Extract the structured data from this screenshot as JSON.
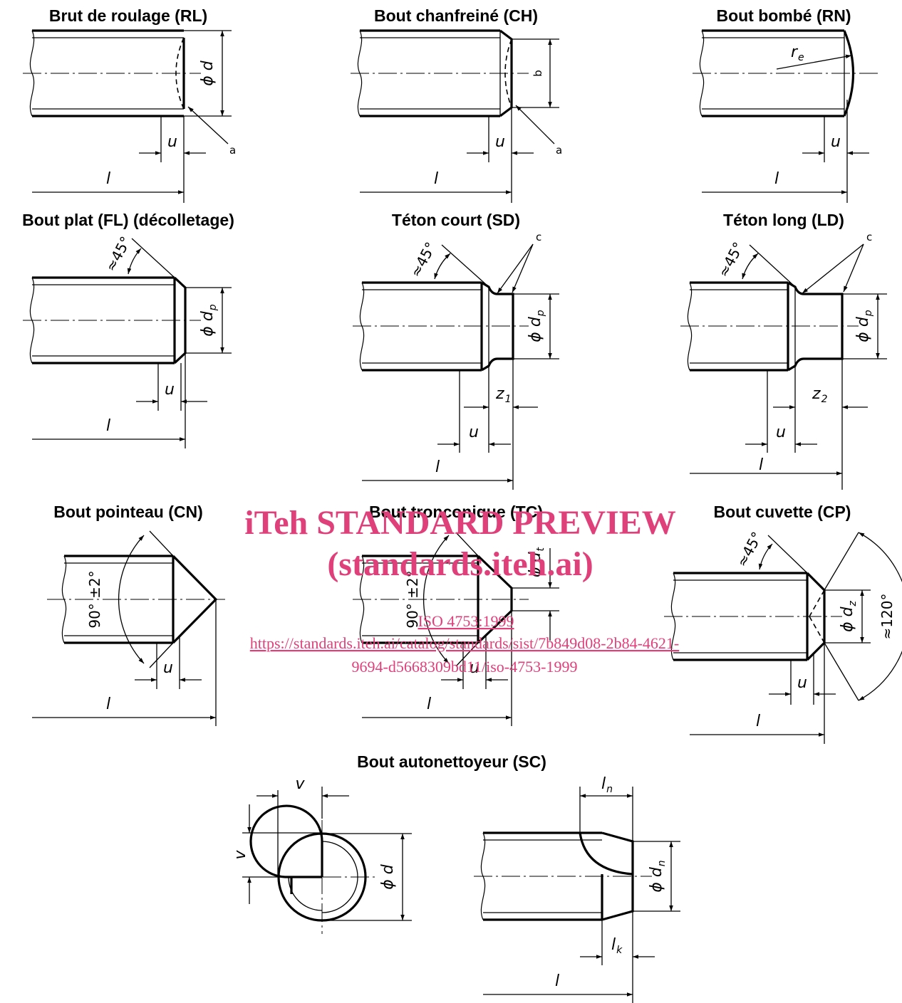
{
  "titles": {
    "rl": "Brut de roulage (RL)",
    "ch": "Bout chanfreiné (CH)",
    "rn": "Bout bombé (RN)",
    "fl": "Bout plat (FL) (décolletage)",
    "sd": "Téton court (SD)",
    "ld": "Téton long (LD)",
    "cn": "Bout pointeau (CN)",
    "tc": "Bout tronconique (TC)",
    "cp": "Bout cuvette (CP)",
    "sc": "Bout autonettoyeur (SC)"
  },
  "labels": {
    "u": "u",
    "l": "l",
    "phi": "ϕ",
    "d": "d",
    "dp": "d",
    "dp_sub": "p",
    "dt": "d",
    "dt_sub": "t",
    "dz": "d",
    "dz_sub": "z",
    "dn": "d",
    "dn_sub": "n",
    "z1": "z",
    "z1_sub": "1",
    "z2": "z",
    "z2_sub": "2",
    "re": "r",
    "re_sub": "e",
    "v": "v",
    "ln": "l",
    "ln_sub": "n",
    "lk": "l",
    "lk_sub": "k",
    "a": "a",
    "b": "b",
    "c": "c",
    "angle45": "≈45°",
    "angle90": "90° ±2°",
    "angle120": "≈120°"
  },
  "watermark": {
    "line1": "iTeh STANDARD PREVIEW",
    "line2": "(standards.iteh.ai)",
    "line3": "ISO 4753:1999",
    "line4": "https://standards.iteh.ai/catalog/standards/sist/7b849d08-2b84-4621-",
    "line5": "9694-d5668309bd11/iso-4753-1999"
  }
}
